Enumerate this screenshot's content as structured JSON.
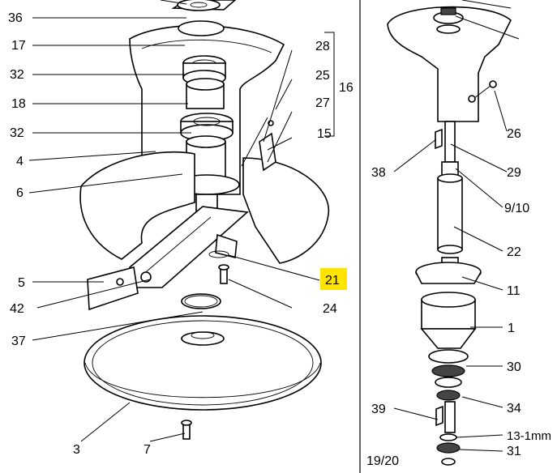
{
  "left_labels": {
    "l36": "36",
    "l17": "17",
    "l32a": "32",
    "l18": "18",
    "l32b": "32",
    "l4": "4",
    "l6": "6",
    "l5": "5",
    "l42": "42",
    "l37": "37",
    "l28": "28",
    "l25": "25",
    "l16": "16",
    "l27": "27",
    "l15": "15",
    "l21": "21",
    "l24": "24",
    "l3": "3",
    "l7": "7"
  },
  "right_labels": {
    "r26": "26",
    "r38": "38",
    "r29": "29",
    "r910": "9/10",
    "r22": "22",
    "r11": "11",
    "r1": "1",
    "r30": "30",
    "r39": "39",
    "r34": "34",
    "r13": "13-1mm",
    "r31": "31",
    "r1920": "19/20"
  },
  "highlight": {
    "part": "21",
    "color": "#ffe400"
  }
}
